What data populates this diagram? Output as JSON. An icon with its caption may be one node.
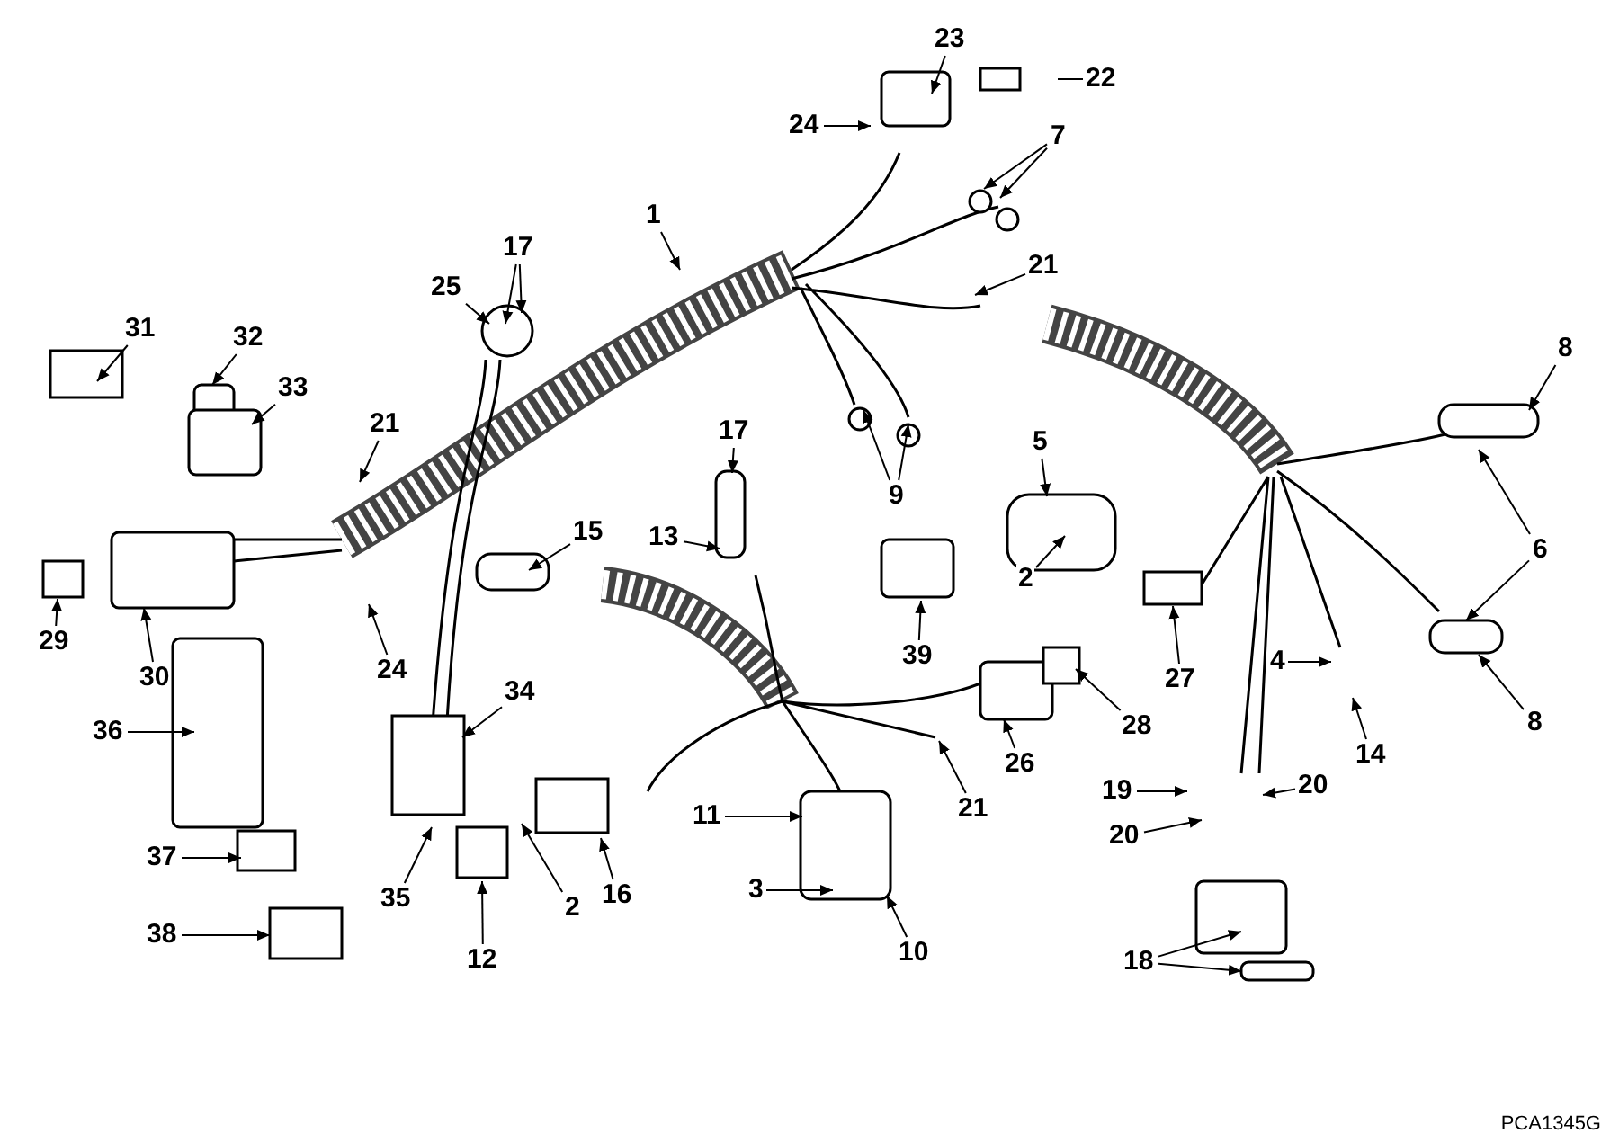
{
  "diagram": {
    "nodes": [
      {
        "text": [
          "1"
        ]
      },
      {
        "text": [
          "23"
        ]
      },
      {
        "text": [
          "22"
        ]
      },
      {
        "text": [
          "24"
        ]
      },
      {
        "text": [
          "7"
        ]
      },
      {
        "text": [
          "21"
        ]
      },
      {
        "text": [
          "17"
        ]
      },
      {
        "text": [
          "25"
        ]
      },
      {
        "text": [
          "31"
        ]
      },
      {
        "text": [
          "32"
        ]
      },
      {
        "text": [
          "33"
        ]
      },
      {
        "text": [
          "21"
        ]
      },
      {
        "text": [
          "15"
        ]
      },
      {
        "text": [
          "17"
        ]
      },
      {
        "text": [
          "13"
        ]
      },
      {
        "text": [
          "5"
        ]
      },
      {
        "text": [
          "9"
        ]
      },
      {
        "text": [
          "8"
        ]
      },
      {
        "text": [
          "6"
        ]
      },
      {
        "text": [
          "2"
        ]
      },
      {
        "text": [
          "39"
        ]
      },
      {
        "text": [
          "27"
        ]
      },
      {
        "text": [
          "28"
        ]
      },
      {
        "text": [
          "4"
        ]
      },
      {
        "text": [
          "14"
        ]
      },
      {
        "text": [
          "8"
        ]
      },
      {
        "text": [
          "26"
        ]
      },
      {
        "text": [
          "29"
        ]
      },
      {
        "text": [
          "30"
        ]
      },
      {
        "text": [
          "24"
        ]
      },
      {
        "text": [
          "34"
        ]
      },
      {
        "text": [
          "36"
        ]
      },
      {
        "text": [
          "21"
        ]
      },
      {
        "text": [
          "11"
        ]
      },
      {
        "text": [
          "19"
        ]
      },
      {
        "text": [
          "20"
        ]
      },
      {
        "text": [
          "20"
        ]
      },
      {
        "text": [
          "37"
        ]
      },
      {
        "text": [
          "35"
        ]
      },
      {
        "text": [
          "2"
        ]
      },
      {
        "text": [
          "16"
        ]
      },
      {
        "text": [
          "3"
        ]
      },
      {
        "text": [
          "12"
        ]
      },
      {
        "text": [
          "10"
        ]
      },
      {
        "text": [
          "38"
        ]
      },
      {
        "text": [
          "18"
        ]
      }
    ],
    "edges": [
      {
        "from": 0,
        "to": null,
        "arrow": "to"
      },
      {
        "from": 1,
        "to": null,
        "arrow": "to"
      },
      {
        "from": 2,
        "to": null,
        "arrow": "none"
      },
      {
        "from": 3,
        "to": null,
        "arrow": "to"
      },
      {
        "from": 4,
        "to": null,
        "arrow": "to"
      },
      {
        "from": 4,
        "to": null,
        "arrow": "to"
      },
      {
        "from": 5,
        "to": null,
        "arrow": "to"
      },
      {
        "from": 6,
        "to": null,
        "arrow": "to"
      },
      {
        "from": 6,
        "to": null,
        "arrow": "to"
      },
      {
        "from": 7,
        "to": null,
        "arrow": "to"
      },
      {
        "from": 8,
        "to": null,
        "arrow": "to"
      },
      {
        "from": 9,
        "to": null,
        "arrow": "to"
      },
      {
        "from": 10,
        "to": null,
        "arrow": "to"
      },
      {
        "from": 11,
        "to": null,
        "arrow": "to"
      },
      {
        "from": 12,
        "to": null,
        "arrow": "to"
      },
      {
        "from": 13,
        "to": null,
        "arrow": "to"
      },
      {
        "from": 14,
        "to": null,
        "arrow": "to"
      },
      {
        "from": 15,
        "to": null,
        "arrow": "to"
      },
      {
        "from": 16,
        "to": null,
        "arrow": "to"
      },
      {
        "from": 16,
        "to": null,
        "arrow": "to"
      },
      {
        "from": 17,
        "to": null,
        "arrow": "to"
      },
      {
        "from": 18,
        "to": null,
        "arrow": "to"
      },
      {
        "from": 18,
        "to": null,
        "arrow": "to"
      },
      {
        "from": 19,
        "to": null,
        "arrow": "to"
      },
      {
        "from": 20,
        "to": null,
        "arrow": "to"
      },
      {
        "from": 21,
        "to": null,
        "arrow": "to"
      },
      {
        "from": 22,
        "to": null,
        "arrow": "to"
      },
      {
        "from": 23,
        "to": null,
        "arrow": "to"
      },
      {
        "from": 24,
        "to": null,
        "arrow": "to"
      },
      {
        "from": 25,
        "to": null,
        "arrow": "to"
      },
      {
        "from": 26,
        "to": null,
        "arrow": "to"
      },
      {
        "from": 27,
        "to": null,
        "arrow": "to"
      },
      {
        "from": 28,
        "to": null,
        "arrow": "to"
      },
      {
        "from": 29,
        "to": null,
        "arrow": "to"
      },
      {
        "from": 30,
        "to": null,
        "arrow": "to"
      },
      {
        "from": 31,
        "to": null,
        "arrow": "to"
      },
      {
        "from": 32,
        "to": null,
        "arrow": "to"
      },
      {
        "from": 33,
        "to": null,
        "arrow": "to"
      },
      {
        "from": 34,
        "to": null,
        "arrow": "to"
      },
      {
        "from": 35,
        "to": null,
        "arrow": "to"
      },
      {
        "from": 36,
        "to": null,
        "arrow": "to"
      },
      {
        "from": 37,
        "to": null,
        "arrow": "to"
      },
      {
        "from": 38,
        "to": null,
        "arrow": "to"
      },
      {
        "from": 39,
        "to": null,
        "arrow": "to"
      },
      {
        "from": 40,
        "to": null,
        "arrow": "to"
      },
      {
        "from": 41,
        "to": null,
        "arrow": "to"
      },
      {
        "from": 42,
        "to": null,
        "arrow": "to"
      },
      {
        "from": 43,
        "to": null,
        "arrow": "to"
      },
      {
        "from": 44,
        "to": null,
        "arrow": "to"
      },
      {
        "from": 45,
        "to": null,
        "arrow": "to"
      },
      {
        "from": 45,
        "to": null,
        "arrow": "to"
      }
    ],
    "labels": [
      "PCA1345G"
    ]
  }
}
